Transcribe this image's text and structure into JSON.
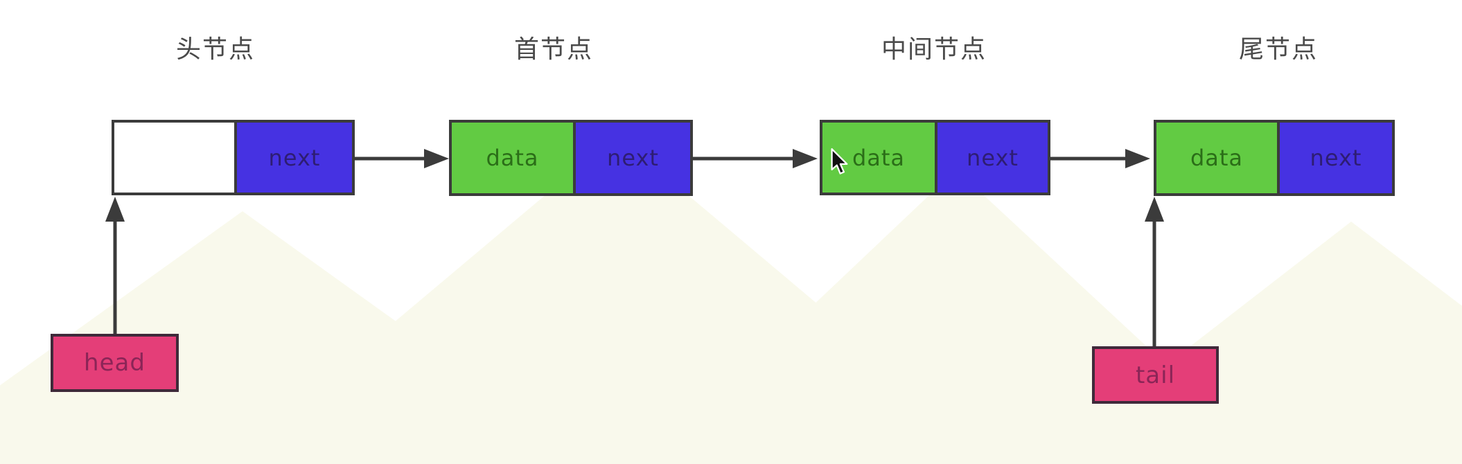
{
  "nodes": [
    {
      "title": "头节点",
      "cells": {
        "data": "",
        "next": "next"
      }
    },
    {
      "title": "首节点",
      "cells": {
        "data": "data",
        "next": "next"
      }
    },
    {
      "title": "中间节点",
      "cells": {
        "data": "data",
        "next": "next"
      }
    },
    {
      "title": "尾节点",
      "cells": {
        "data": "data",
        "next": "next"
      }
    }
  ],
  "pointers": {
    "head": "head",
    "tail": "tail"
  },
  "icons": {
    "cursor": "mouse-arrow-pointer"
  },
  "colors": {
    "data_cell_green": "#62cb43",
    "next_cell_blue": "#4632e2",
    "pointer_pink": "#e43e78",
    "box_border": "#3b3b3b",
    "arrow": "#3b3b3b",
    "data_text": "#2b6e18",
    "next_text": "#2e1d73",
    "pointer_text": "#8b2557",
    "title_text": "#4a4a4a",
    "background_watermark": "#f9f9ec"
  }
}
